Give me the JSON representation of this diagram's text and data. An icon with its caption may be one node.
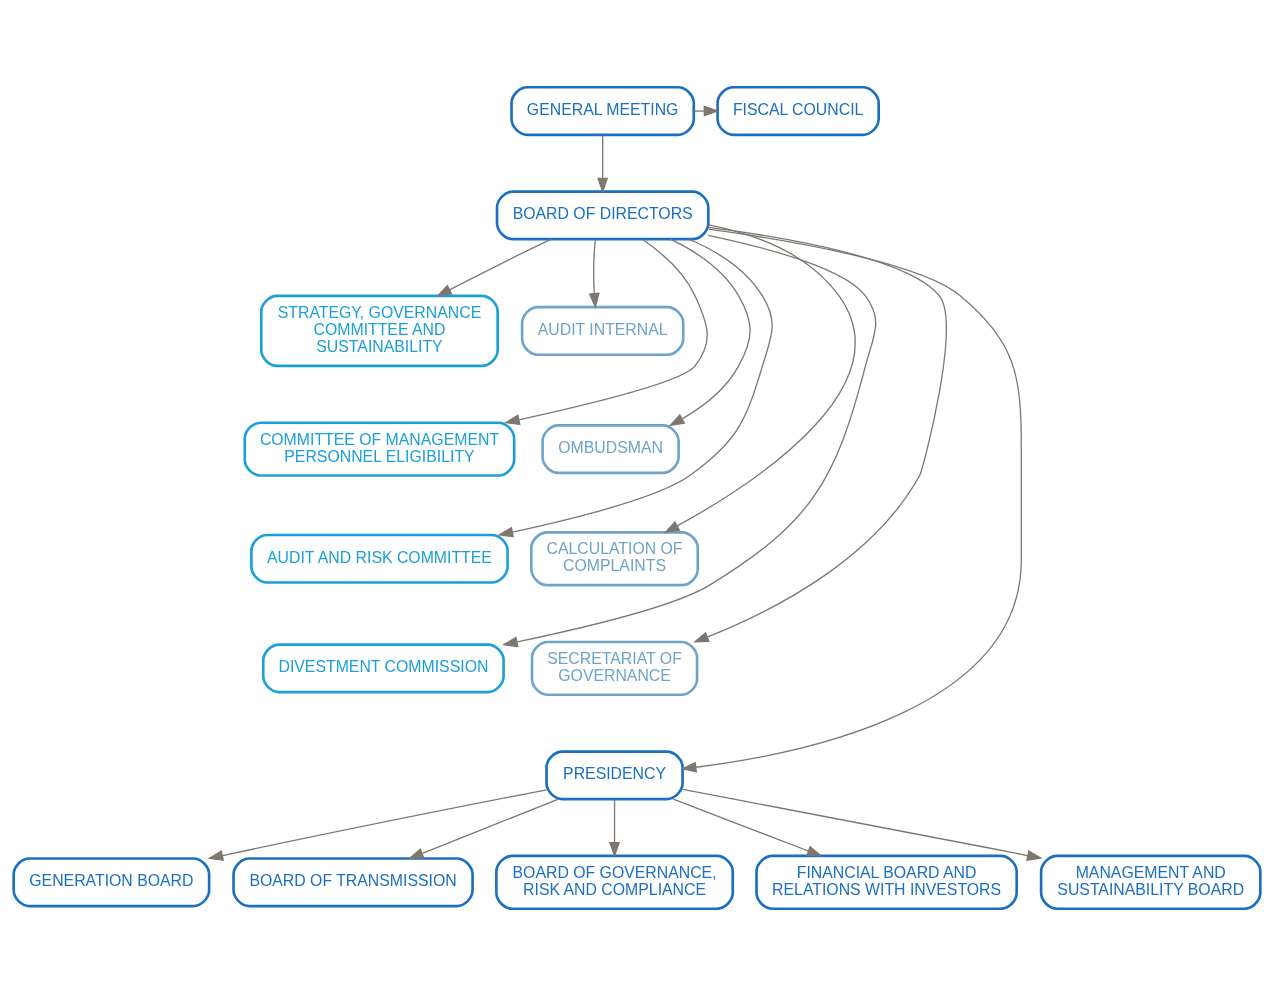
{
  "diagram": {
    "nodes": [
      {
        "text": [
          "GENERAL MEETING"
        ]
      },
      {
        "text": [
          "FISCAL COUNCIL"
        ]
      },
      {
        "text": [
          "BOARD OF DIRECTORS"
        ]
      },
      {
        "text": [
          "STRATEGY, GOVERNANCE COMMITTEE AND SUSTAINABILITY"
        ]
      },
      {
        "text": [
          "AUDIT INTERNAL"
        ]
      },
      {
        "text": [
          "COMMITTEE OF MANAGEMENT PERSONNEL ELIGIBILITY"
        ]
      },
      {
        "text": [
          "OMBUDSMAN"
        ]
      },
      {
        "text": [
          "AUDIT AND RISK COMMITTEE"
        ]
      },
      {
        "text": [
          "CALCULATION OF COMPLAINTS"
        ]
      },
      {
        "text": [
          "DIVESTMENT COMMISSION"
        ]
      },
      {
        "text": [
          "SECRETARIAT OF GOVERNANCE"
        ]
      },
      {
        "text": [
          "PRESIDENCY"
        ]
      },
      {
        "text": [
          "GENERATION BOARD"
        ]
      },
      {
        "text": [
          "BOARD OF TRANSMISSION"
        ]
      },
      {
        "text": [
          "BOARD OF GOVERNANCE, RISK AND COMPLIANCE"
        ]
      },
      {
        "text": [
          "FINANCIAL BOARD AND RELATIONS WITH INVESTORS"
        ]
      },
      {
        "text": [
          "MANAGEMENT AND SUSTAINABILITY BOARD"
        ]
      }
    ],
    "edges": [
      {
        "from": 0,
        "to": 2,
        "arrow": "to"
      },
      {
        "from": 0,
        "to": 1,
        "arrow": "to"
      },
      {
        "from": 2,
        "to": 3,
        "arrow": "to"
      },
      {
        "from": 2,
        "to": 4,
        "arrow": "to"
      },
      {
        "from": 2,
        "to": 5,
        "arrow": "to"
      },
      {
        "from": 2,
        "to": 6,
        "arrow": "to"
      },
      {
        "from": 2,
        "to": 7,
        "arrow": "to"
      },
      {
        "from": 2,
        "to": 8,
        "arrow": "to"
      },
      {
        "from": 2,
        "to": 9,
        "arrow": "to"
      },
      {
        "from": 2,
        "to": 10,
        "arrow": "to"
      },
      {
        "from": 2,
        "to": 11,
        "arrow": "to"
      },
      {
        "from": 11,
        "to": 12,
        "arrow": "to"
      },
      {
        "from": 11,
        "to": 13,
        "arrow": "to"
      },
      {
        "from": 11,
        "to": 14,
        "arrow": "to"
      },
      {
        "from": 11,
        "to": 15,
        "arrow": "to"
      },
      {
        "from": 11,
        "to": 16,
        "arrow": "to"
      }
    ]
  }
}
